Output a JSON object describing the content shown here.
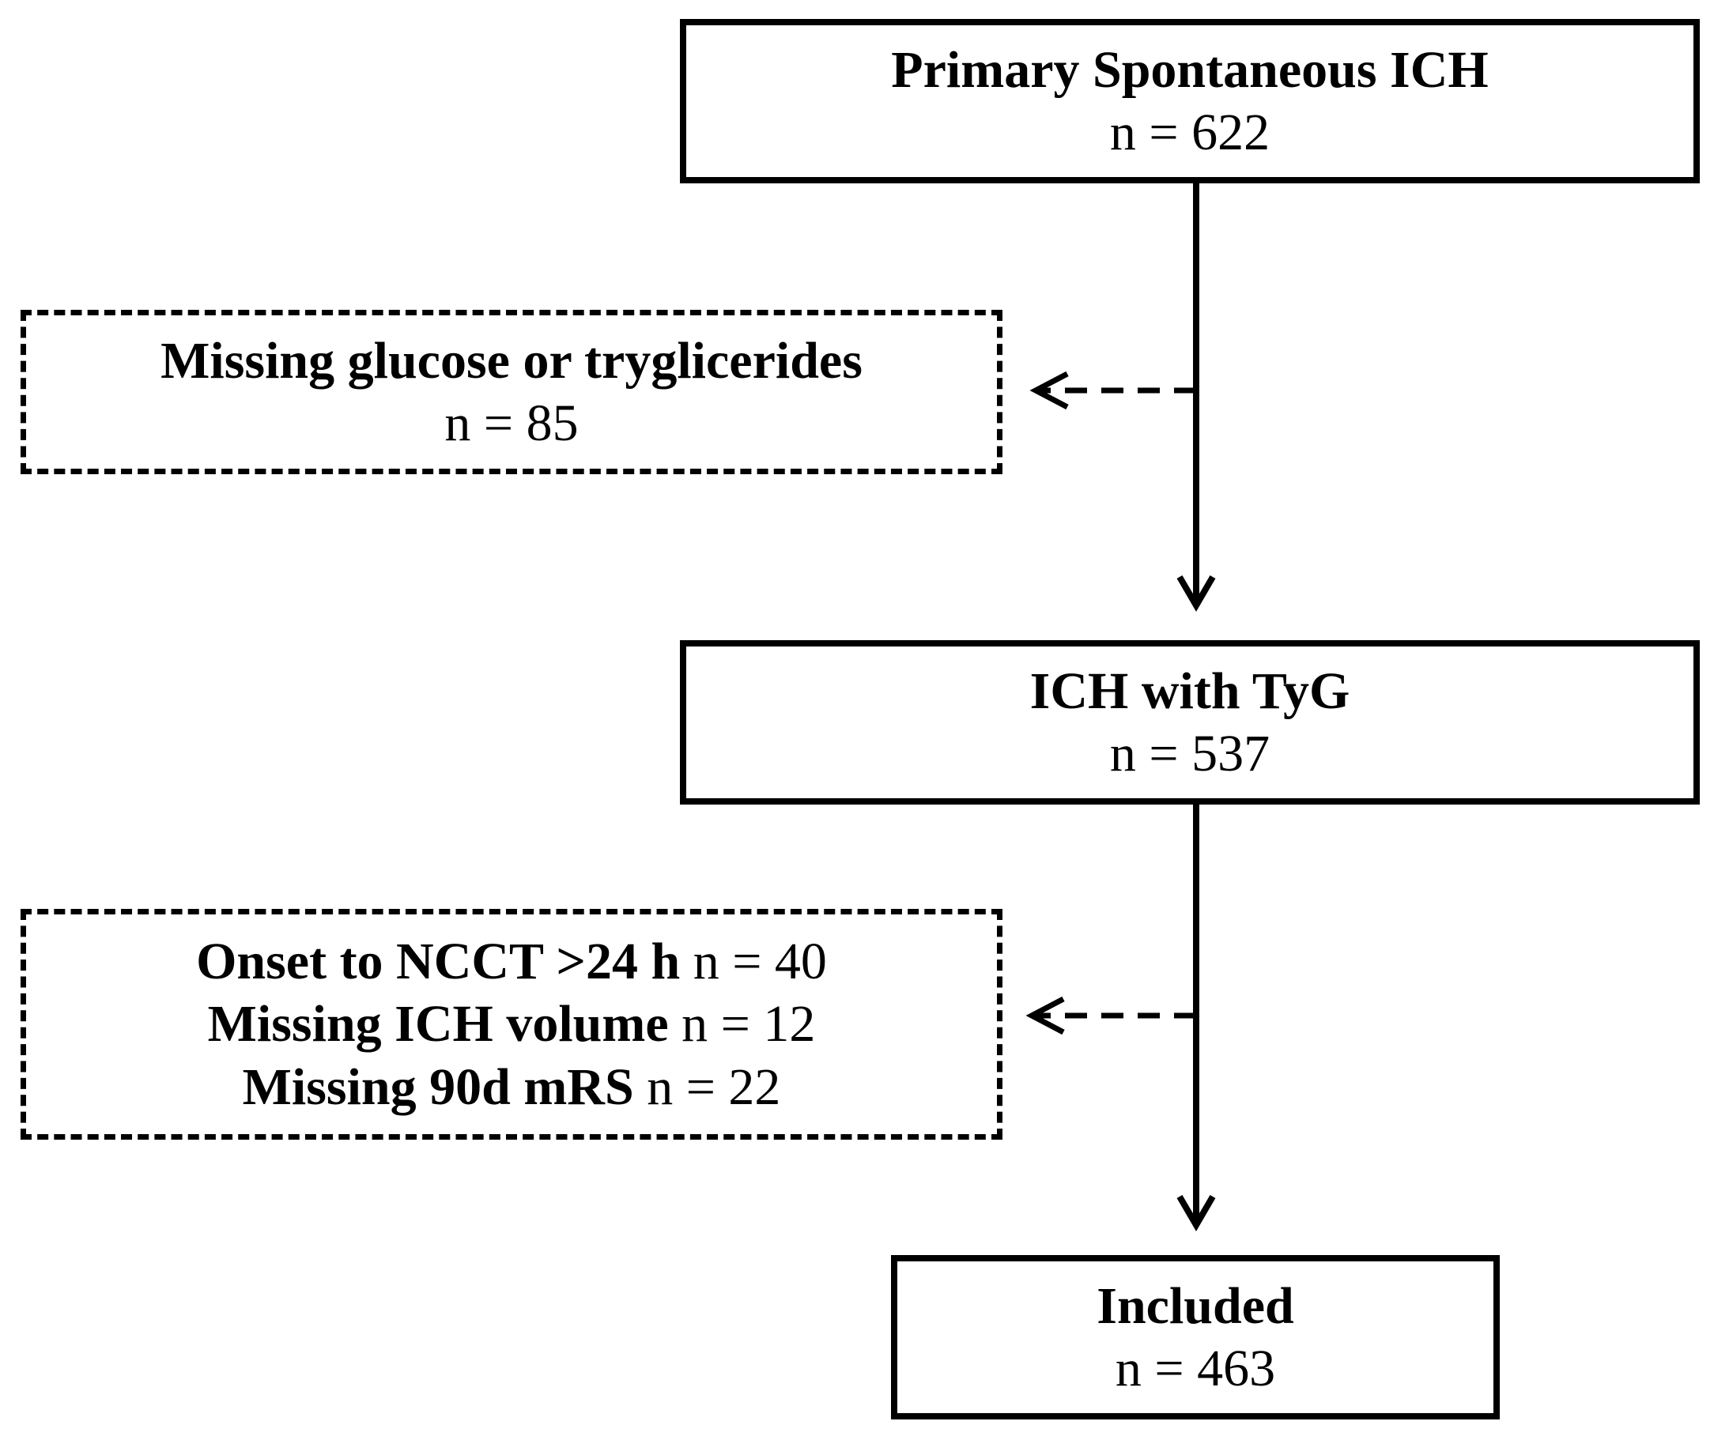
{
  "boxes": {
    "primary": {
      "title": "Primary Spontaneous ICH",
      "count": "n = 622"
    },
    "missing_lab": {
      "title": "Missing glucose or tryglicerides",
      "count": "n = 85"
    },
    "with_tyg": {
      "title": "ICH with TyG",
      "count": "n = 537"
    },
    "exclusions": [
      {
        "label": "Onset to NCCT >24 h",
        "count": "n = 40"
      },
      {
        "label": "Missing ICH volume",
        "count": "n = 12"
      },
      {
        "label": "Missing 90d mRS",
        "count": "n = 22"
      }
    ],
    "included": {
      "title": "Included",
      "count": "n = 463"
    }
  }
}
